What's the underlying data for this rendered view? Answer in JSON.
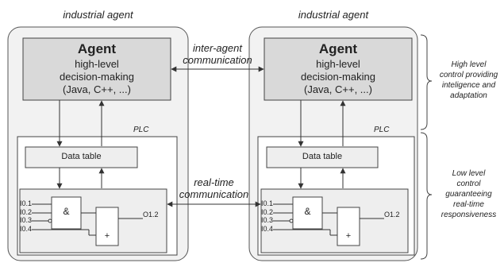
{
  "agents": [
    {
      "header": "industrial agent",
      "agent_title": "Agent",
      "agent_line1": "high-level",
      "agent_line2": "decision-making",
      "agent_line3": "(Java, C++, ...)",
      "plc_label": "PLC",
      "data_table": "Data table",
      "inputs": [
        "I0.1",
        "I0.2",
        "I0.3",
        "I0.4"
      ],
      "and_gate": "&",
      "or_gate": "+",
      "output": "O1.2"
    },
    {
      "header": "industrial agent",
      "agent_title": "Agent",
      "agent_line1": "high-level",
      "agent_line2": "decision-making",
      "agent_line3": "(Java, C++, ...)",
      "plc_label": "PLC",
      "data_table": "Data table",
      "inputs": [
        "I0.1",
        "I0.2",
        "I0.3",
        "I0.4"
      ],
      "and_gate": "&",
      "or_gate": "+",
      "output": "O1.2"
    }
  ],
  "inter_agent": {
    "line1": "inter-agent",
    "line2": "communication"
  },
  "real_time": {
    "line1": "real-time",
    "line2": "communication"
  },
  "annotations": {
    "high": [
      "High level",
      "control providing",
      "inteligence and",
      "adaptation"
    ],
    "low": [
      "Low level",
      "control",
      "guaranteeing",
      "real-time",
      "responsiveness"
    ]
  }
}
